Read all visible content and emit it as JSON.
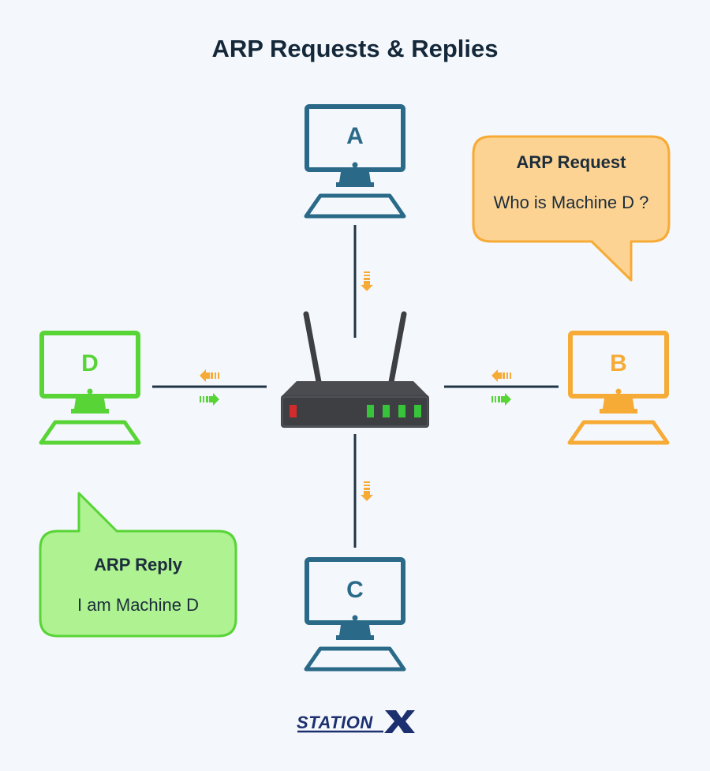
{
  "title": "ARP Requests & Replies",
  "machines": {
    "a": {
      "label": "A",
      "color": "#2a6a88"
    },
    "b": {
      "label": "B",
      "color": "#f7ab37"
    },
    "c": {
      "label": "C",
      "color": "#2a6a88"
    },
    "d": {
      "label": "D",
      "color": "#58d437"
    }
  },
  "request_bubble": {
    "title": "ARP Request",
    "text": "Who is Machine D ?",
    "fill": "#fdd393",
    "stroke": "#f7ab37"
  },
  "reply_bubble": {
    "title": "ARP Reply",
    "text": "I am Machine D",
    "fill": "#aef292",
    "stroke": "#58d437"
  },
  "colors": {
    "line": "#1f3444",
    "request_arrow": "#f7ab37",
    "reply_arrow": "#58d437",
    "router_body": "#3d3f42"
  },
  "logo": {
    "text": "STATIONX"
  }
}
